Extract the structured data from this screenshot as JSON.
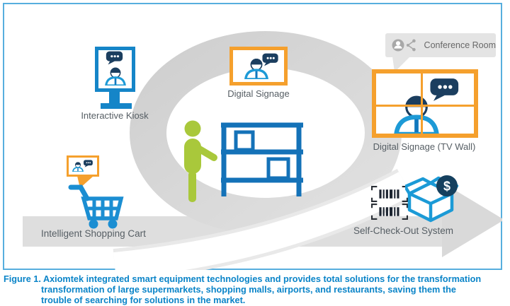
{
  "diagram": {
    "conference": {
      "label": "Conference Room"
    },
    "kiosk": {
      "label": "Interactive Kiosk"
    },
    "signage": {
      "label": "Digital Signage"
    },
    "tvwall": {
      "label": "Digital Signage (TV Wall)"
    },
    "cart": {
      "label": "Intelligent Shopping Cart"
    },
    "checkout": {
      "label": "Self-Check-Out System",
      "currency_symbol": "$"
    }
  },
  "caption": {
    "label": "Figure 1.",
    "line1": "Axiomtek integrated smart equipment technologies and provides total solutions for the transformation",
    "line2": "transformation of large supermarkets, shopping malls, airports, and restaurants, saving them the",
    "line3": "trouble of searching for solutions in the market."
  },
  "colors": {
    "frame_border": "#57aede",
    "accent_orange": "#f5a02d",
    "brand_blue": "#1b8ed2",
    "navy": "#1b3e5f",
    "light_blue": "#1d9ad6",
    "green": "#a9c83b",
    "gray_ring": "#d5d5d5",
    "label_gray": "#565e64",
    "caption_blue": "#0a84c8"
  },
  "icons": {
    "kiosk-icon": "kiosk display with person and chat bubble",
    "signage-icon": "framed screen with person and chat bubble",
    "tvwall-icon": "2x2 video wall with person and chat bubble",
    "conference-icon": "person with share network",
    "cart-icon": "shopping cart",
    "cart-bubble-icon": "mini signage tag with person and chat",
    "barcode-icon": "barcode scan",
    "package-icon": "open box package",
    "dollar-icon": "dollar badge",
    "shopper-icon": "customer silhouette",
    "shelf-icon": "store shelf with boxes"
  }
}
